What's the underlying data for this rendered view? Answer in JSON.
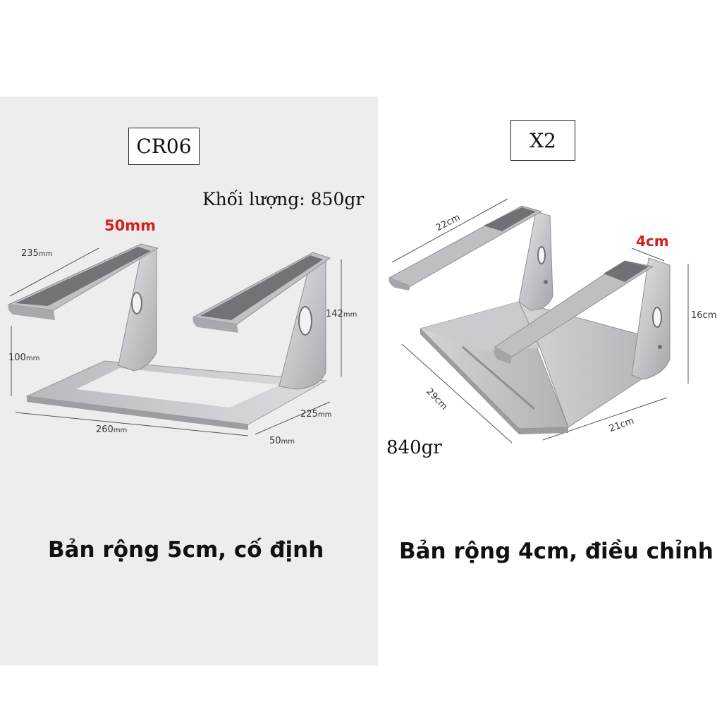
{
  "left": {
    "model": "CR06",
    "weight": "Khối lượng: 850gr",
    "highlight_width": "50mm",
    "dims": {
      "d235": "235",
      "d142": "142",
      "d100": "100",
      "d225": "225",
      "d260": "260",
      "d50": "50",
      "unit": "mm"
    },
    "caption": "Bản rộng 5cm, cố định"
  },
  "right": {
    "model": "X2",
    "weight": "840gr",
    "highlight_width": "4cm",
    "dims": {
      "d22": "22cm",
      "d16": "16cm",
      "d29": "29cm",
      "d21": "21cm"
    },
    "caption": "Bản rộng 4cm, điều chỉnh"
  },
  "colors": {
    "left_bg": "#ededed",
    "right_bg": "#ffffff",
    "highlight": "#d42020",
    "aluminum": "#c6c8cb",
    "pad": "#707276"
  }
}
